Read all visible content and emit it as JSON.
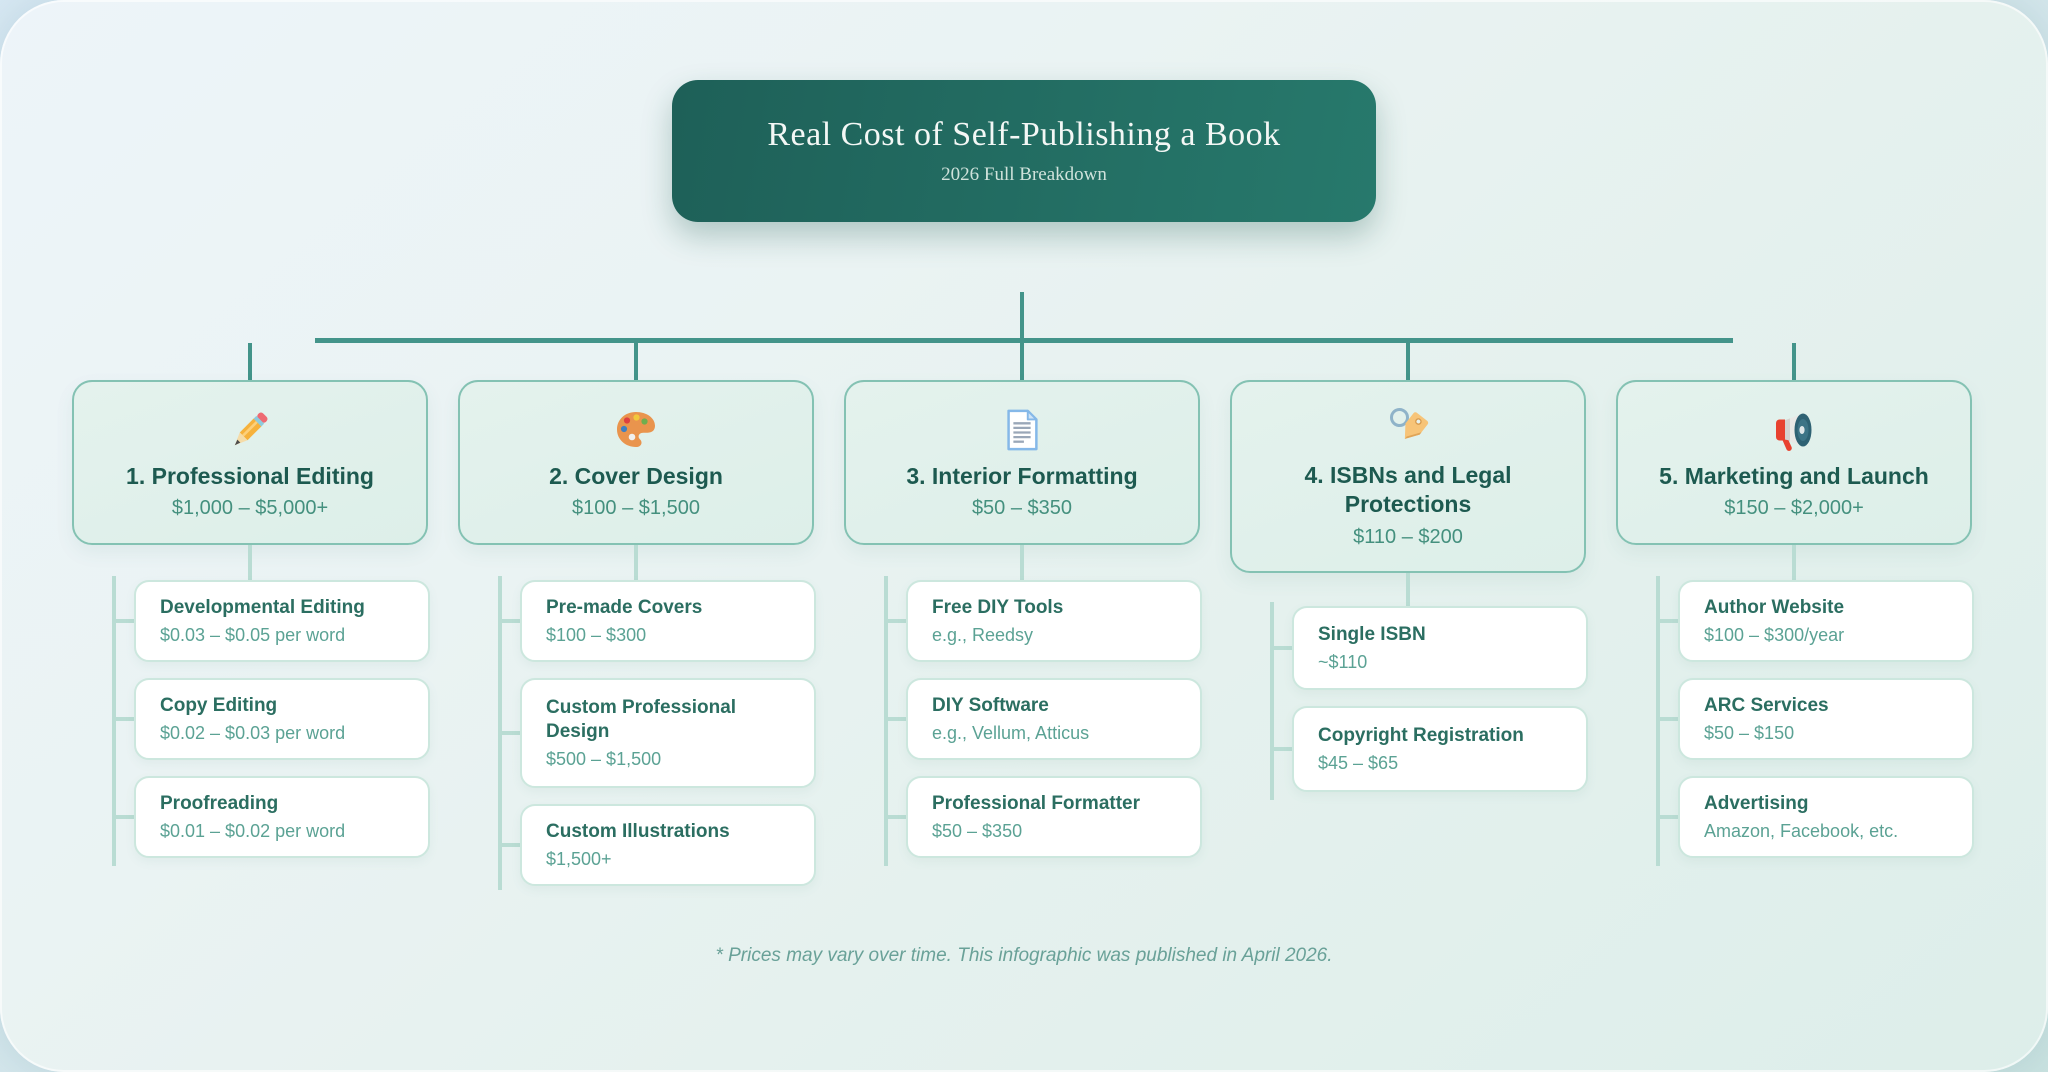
{
  "title": {
    "heading": "Real Cost of Self-Publishing a Book",
    "subtitle": "2026 Full Breakdown"
  },
  "categories": [
    {
      "icon": "pencil-icon",
      "name": "1. Professional Editing",
      "price": "$1,000 – $5,000+",
      "items": [
        {
          "name": "Developmental Editing",
          "detail": "$0.03 – $0.05 per word"
        },
        {
          "name": "Copy Editing",
          "detail": "$0.02 – $0.03 per word"
        },
        {
          "name": "Proofreading",
          "detail": "$0.01 – $0.02 per word"
        }
      ]
    },
    {
      "icon": "palette-icon",
      "name": "2. Cover Design",
      "price": "$100 – $1,500",
      "items": [
        {
          "name": "Pre-made Covers",
          "detail": "$100 – $300"
        },
        {
          "name": "Custom Professional Design",
          "detail": "$500 – $1,500"
        },
        {
          "name": "Custom Illustrations",
          "detail": "$1,500+"
        }
      ]
    },
    {
      "icon": "page-icon",
      "name": "3. Interior Formatting",
      "price": "$50 – $350",
      "items": [
        {
          "name": "Free DIY Tools",
          "detail": "e.g., Reedsy"
        },
        {
          "name": "DIY Software",
          "detail": "e.g., Vellum, Atticus"
        },
        {
          "name": "Professional Formatter",
          "detail": "$50 – $350"
        }
      ]
    },
    {
      "icon": "tag-icon",
      "name": "4. ISBNs and Legal Protections",
      "price": "$110 – $200",
      "items": [
        {
          "name": "Single ISBN",
          "detail": "~$110"
        },
        {
          "name": "Copyright Registration",
          "detail": "$45 – $65"
        }
      ]
    },
    {
      "icon": "megaphone-icon",
      "name": "5. Marketing and Launch",
      "price": "$150 – $2,000+",
      "items": [
        {
          "name": "Author Website",
          "detail": "$100 – $300/year"
        },
        {
          "name": "ARC Services",
          "detail": "$50 – $150"
        },
        {
          "name": "Advertising",
          "detail": "Amazon, Facebook, etc."
        }
      ]
    }
  ],
  "footer": {
    "note": "* Prices may vary over time. This infographic was published in April 2026."
  },
  "colors": {
    "title_box_gradient_start": "#1e6058",
    "title_box_gradient_end": "#27796c",
    "connector_dark": "#43948a",
    "connector_light": "#b9dcd3",
    "category_card_bg": "#e0f0ea",
    "category_card_border": "#84c2b3",
    "category_title_text": "#1d5a50",
    "category_price_text": "#44907e",
    "sub_card_border": "#cce7de",
    "sub_title_text": "#2b6e61",
    "sub_detail_text": "#5ba294",
    "footer_text": "#69a198"
  }
}
